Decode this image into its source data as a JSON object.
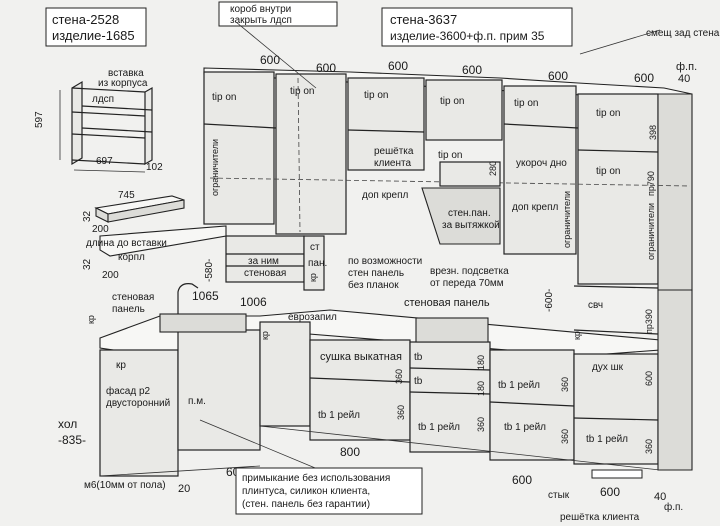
{
  "note_left": {
    "line1": "стена-2528",
    "line2": "изделие-1685"
  },
  "note_box_top": {
    "line1": "короб внутри",
    "line2": "закрыть лдсп"
  },
  "note_right": {
    "line1": "стена-3637",
    "line2": "изделие-3600+ф.п. прим 35"
  },
  "labels": {
    "smesch": "смещ зад стена",
    "w600a": "600",
    "w600b": "600",
    "w600c": "600",
    "w600d": "600",
    "w600e": "600",
    "fp": "ф.п.",
    "fp40": "40",
    "vstavka1": "вставка",
    "vstavka2": "из корпуса",
    "ldsp": "лдсп",
    "h597": "597",
    "w697": "697",
    "n745": "745",
    "n102": "102",
    "n32a": "32",
    "n200a": "200",
    "dlina": "длина до вставки",
    "korpl": "корпл",
    "n32b": "32",
    "n200b": "200",
    "tipon1": "tip on",
    "tipon2": "tip on",
    "tipon3": "tip on",
    "tipon4": "tip on",
    "tipon5": "tip on",
    "tipon6": "tip on",
    "tipon7": "tip on",
    "tipon8": "tip on",
    "ogr1": "ограничители",
    "ogr2": "ограничители",
    "ogr3": "ограничители",
    "resh1": "решётка",
    "resh2": "клиента",
    "n280": "280",
    "ukor": "укороч дно",
    "n398": "398",
    "dopkrep1": "доп крепл",
    "dopkrep2": "доп крепл",
    "pr790": "пр790",
    "stenpan1": "стен.пан.",
    "stenpan2": "за вытяжкой",
    "zanim1": "за ним",
    "zanim2": "стеновая",
    "stpan1": "ст",
    "stpan2": "пан.",
    "kr1": "кр",
    "povozm1": "по возможности",
    "povozm2": "стен панель",
    "povozm3": "без планок",
    "vrezn1": "врезн. подсветка",
    "vrezn2": "от переда 70мм",
    "n580": "-580-",
    "n600v": "-600-",
    "stenpanel": "стеновая панель",
    "n1065": "1065",
    "n1006": "1006",
    "stenov1": "стеновая",
    "stenov2": "панель",
    "kr2": "кр",
    "kr3": "кр",
    "kr4": "кр",
    "kr5": "кр",
    "evrozapil": "еврозапил",
    "svch": "свч",
    "pr390": "пр390",
    "sushka": "сушка выкатная",
    "n360a": "360",
    "tb1": "tb",
    "tb2": "tb",
    "n180a": "180",
    "n180b": "180",
    "tb1reil1": "tb 1 рейл",
    "n360b": "360",
    "duh": "дух шк",
    "n600h": "600",
    "fasad1": "фасад р2",
    "fasad2": "двусторонний",
    "pm": "п.м.",
    "tb1reil2": "tb 1 рейл",
    "n360c": "360",
    "tb1reil3": "tb 1 рейл",
    "n360d": "360",
    "tb1reil4": "tb 1 рейл",
    "n360e": "360",
    "tb1reil5": "tb 1 рейл",
    "n360f": "360",
    "hol1": "хол",
    "hol2": "-835-",
    "n800": "800",
    "n600bot1": "600",
    "n600bot2": "600",
    "n600bot3": "600",
    "m6": "м6(10мм от пола)",
    "n20": "20",
    "stik": "стык",
    "resh3": "решётка клиента",
    "fp2": "ф.п.",
    "n40b": "40"
  },
  "note_bottom": {
    "line1": "примыкание без использования",
    "line2": "плинтуса, силикон клиента,",
    "line3": "(стен. панель без гарантии)"
  }
}
